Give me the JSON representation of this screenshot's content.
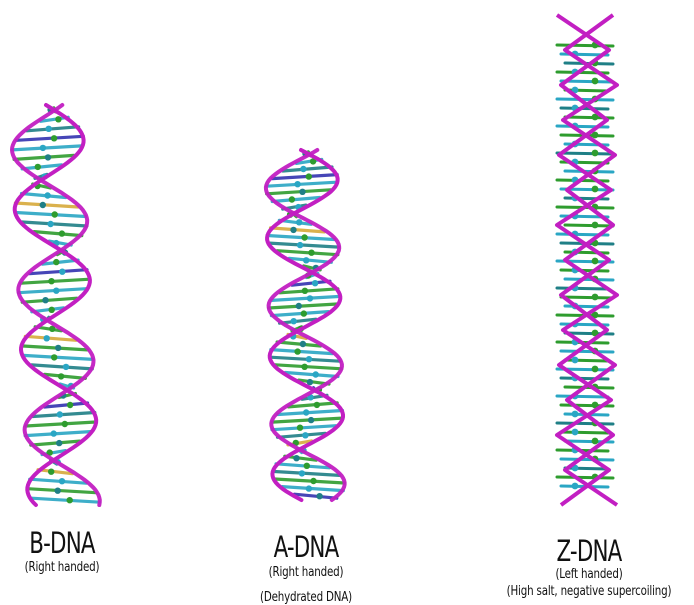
{
  "panels": [
    {
      "title": "B-DNA",
      "subtitles": [
        "(Right handed)"
      ],
      "handedness": "right",
      "strand_color": "#c21fc2"
    },
    {
      "title": "A-DNA",
      "subtitles": [
        "(Right handed)",
        "(Dehydrated DNA)"
      ],
      "handedness": "right",
      "strand_color": "#c21fc2"
    },
    {
      "title": "Z-DNA",
      "subtitles": [
        "(Left handed)",
        "(High salt, negative supercoiling)"
      ],
      "handedness": "left",
      "strand_color": "#c21fc2"
    }
  ],
  "colors": {
    "backbone": "#c21fc2",
    "base_green": "#2e9c2e",
    "base_cyan": "#2aa6c4",
    "base_teal": "#1f7f86",
    "base_blue": "#3333b0",
    "base_yellow": "#d6a93a"
  }
}
